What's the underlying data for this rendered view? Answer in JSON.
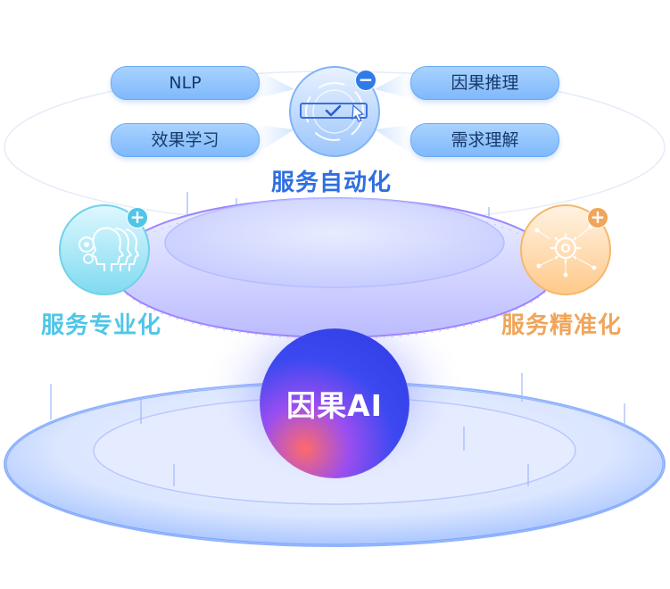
{
  "pills": {
    "nlp": "NLP",
    "effect_learning": "效果学习",
    "causal_inference": "因果推理",
    "requirement_understanding": "需求理解"
  },
  "captions": {
    "service_automation": "服务自动化",
    "service_specialization": "服务专业化",
    "service_precision": "服务精准化"
  },
  "core": {
    "label": "因果AI"
  },
  "badges": {
    "minus": "−",
    "plus_left": "+",
    "plus_right": "+"
  },
  "colors": {
    "automation_text": "#2f6fe0",
    "specialization_text": "#4fc6e8",
    "precision_text": "#f0a55a",
    "core_blue": "#3b4cf0",
    "core_red": "#f05a6e"
  },
  "icons": {
    "automation": "checkbox-cursor-icon",
    "specialization": "head-gears-icon",
    "precision": "gear-network-icon"
  }
}
